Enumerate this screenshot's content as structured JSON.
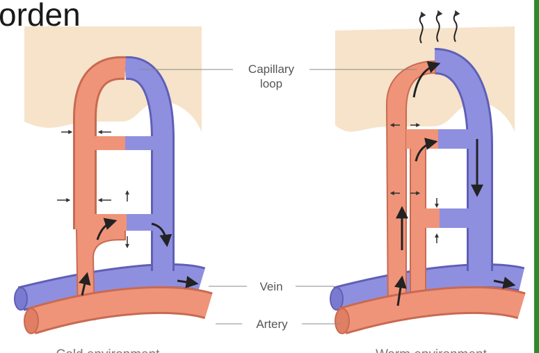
{
  "header": {
    "title": "orden"
  },
  "labels": {
    "capillary": [
      "Capillary",
      "loop"
    ],
    "vein": "Vein",
    "artery": "Artery"
  },
  "captions": {
    "left": "Cold environment",
    "right": "Warm environment"
  },
  "colors": {
    "tissue": "#f6e3c9",
    "artery": "#ef9478",
    "artery_edge": "#c86a52",
    "vein": "#8f8fe0",
    "vein_edge": "#5f5fb6",
    "arrow": "#222222",
    "accent_bar": "#2f8a2e"
  },
  "icons": [
    "flow-arrow-icon",
    "heat-wave-icon",
    "constriction-arrow-icon"
  ]
}
